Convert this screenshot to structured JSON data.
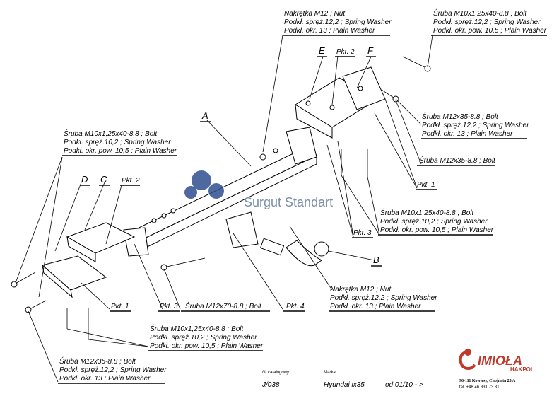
{
  "callouts": {
    "nut_top": [
      "Nakrętka  M12 ; Nut",
      "Podkł. spręż.12,2 ; Spring Washer",
      "Podkł. okr. 13 ; Plain Washer"
    ],
    "bolt_top_right": [
      "Śruba M10x1,25x40-8.8 ;  Bolt",
      "Podkł. spręż.12,2 ; Spring Washer",
      "Podkł. okr. pow. 10,5 ; Plain Washer"
    ],
    "bolt_m12_right": [
      "Śruba M12x35-8.8 ;  Bolt",
      "Podkł. spręż.12,2 ; Spring Washer",
      "Podkł. okr. 13 ; Plain Washer"
    ],
    "bolt_m12_right_single": "Śruba M12x35-8.8 ;  Bolt",
    "bolt_mid_right": [
      "Śruba M10x1,25x40-8.8 ;  Bolt",
      "Podkł. spręż.10,2 ; Spring Washer",
      "Podkł. okr. pow. 10,5 ; Plain Washer"
    ],
    "bolt_top_left": [
      "Śruba M10x1,25x40-8.8 ;  Bolt",
      "Podkł. spręż.10,2 ; Spring Washer",
      "Podkł. okr. pow. 10,5 ; Plain Washer"
    ],
    "bolt_m12x70": "Śruba M12x70-8.8 ;  Bolt",
    "nut_bottom": [
      "Nakrętka  M12 ; Nut",
      "Podkł. spręż.12,2 ; Spring Washer",
      "Podkł. okr. 13 ; Plain Washer"
    ],
    "bolt_bottom_mid": [
      "Śruba M10x1,25x40-8.8 ;  Bolt",
      "Podkł. spręż.10,2 ; Spring Washer",
      "Podkł. okr. pow. 10,5 ; Plain Washer"
    ],
    "bolt_bottom_left": [
      "Śruba M12x35-8.8 ;  Bolt",
      "Podkł. spręż.12,2 ; Spring Washer",
      "Podkł. okr. 13 ; Plain Washer"
    ]
  },
  "points": {
    "pkt1": "Pkt. 1",
    "pkt2": "Pkt. 2",
    "pkt3": "Pkt. 3",
    "pkt4": "Pkt. 4"
  },
  "part_letters": {
    "a": "A",
    "b": "B",
    "c": "C",
    "d": "D",
    "e": "E",
    "f": "F"
  },
  "watermark": "Surgut Standart",
  "title_block": {
    "catalog_label": "Nr katalogowy",
    "catalog_value": "J/038",
    "brand_label": "Marka",
    "brand_value": "Hyundai ix35",
    "date_value": "od  01/10 - >"
  },
  "logo": {
    "name": "IMIOŁA",
    "sub": "HAKPOL",
    "address": "96-111 Kowiesy, Chojnata 23 A",
    "phone": "tel. +48 46 831 73 31"
  }
}
